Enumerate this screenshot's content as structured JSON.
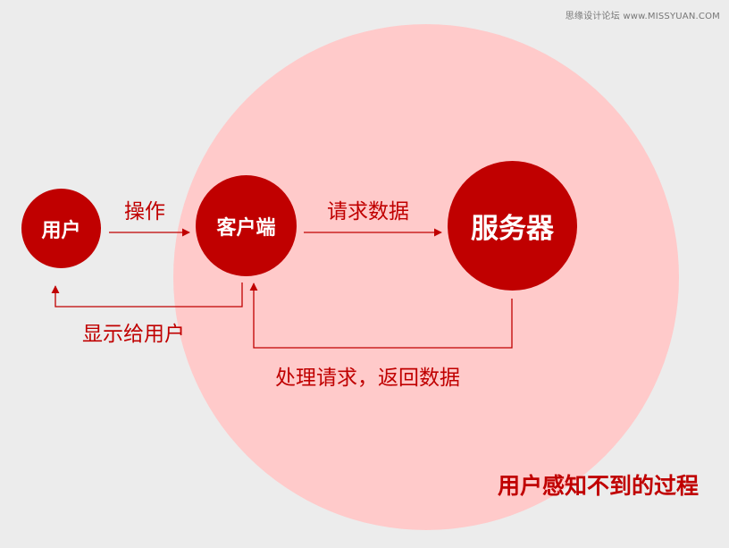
{
  "watermark": "思缘设计论坛 www.MISSYUAN.COM",
  "nodes": {
    "user": "用户",
    "client": "客户端",
    "server": "服务器"
  },
  "labels": {
    "operation": "操作",
    "request_data": "请求数据",
    "show_to_user": "显示给用户",
    "process_return": "处理请求，返回数据"
  },
  "summary": "用户感知不到的过程",
  "colors": {
    "node": "#c00000",
    "highlight_area": "#ffcaca",
    "background": "#ececec",
    "text": "#c00000"
  }
}
